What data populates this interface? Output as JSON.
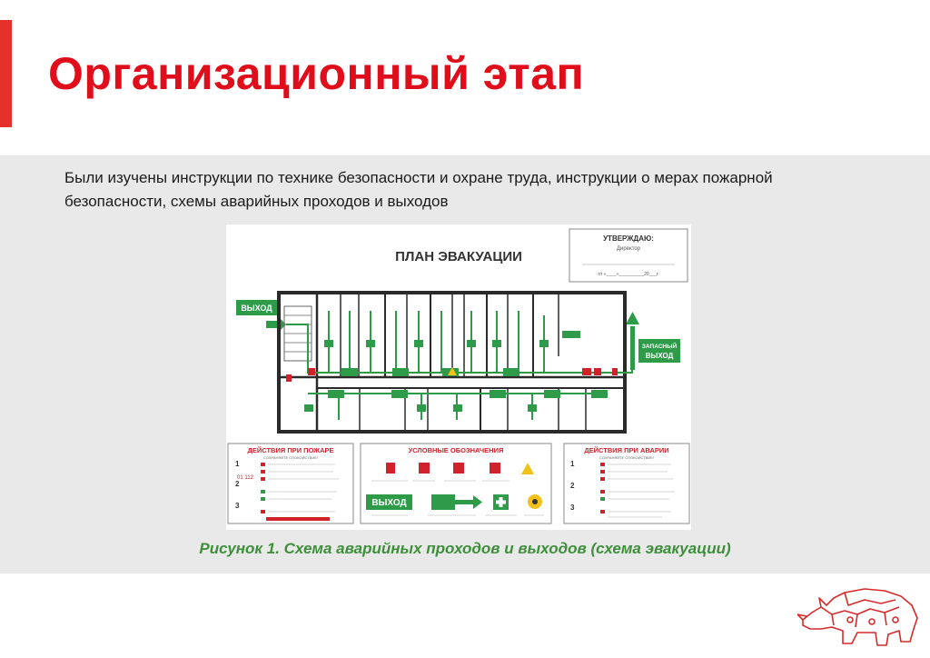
{
  "slide": {
    "title": "Организационный этап",
    "intro": "Были изучены инструкции по технике безопасности и охране труда, инструкции о мерах пожарной безопасности, схемы аварийных проходов и выходов",
    "caption": "Рисунок 1. Схема аварийных проходов и выходов (схема эвакуации)"
  },
  "plan": {
    "title": "ПЛАН ЭВАКУАЦИИ",
    "approve_title": "УТВЕРЖДАЮ:",
    "approve_role": "Директор",
    "approve_date": "от «____»__________20___г.",
    "exit_left": "ВЫХОД",
    "exit_right_line1": "ЗАПАСНЫЙ",
    "exit_right_line2": "ВЫХОД",
    "fire_box": {
      "title": "ДЕЙСТВИЯ ПРИ ПОЖАРЕ",
      "subtitle": "СОХРАНЯЙТЕ СПОКОЙСТВИЕ!",
      "phone": "01 112",
      "steps": [
        "1",
        "2",
        "3"
      ]
    },
    "legend_box": {
      "title": "УСЛОВНЫЕ ОБОЗНАЧЕНИЯ",
      "exit_sign": "ВЫХОД"
    },
    "accident_box": {
      "title": "ДЕЙСТВИЯ ПРИ АВАРИИ",
      "subtitle": "СОХРАНЯЙТЕ СПОКОЙСТВИЕ!",
      "steps": [
        "1",
        "2",
        "3"
      ]
    }
  },
  "colors": {
    "accent": "#e4322b",
    "title": "#e00d1b",
    "caption": "#3d8f3a",
    "plan_green": "#2e9b48",
    "plan_red": "#d1222b"
  }
}
